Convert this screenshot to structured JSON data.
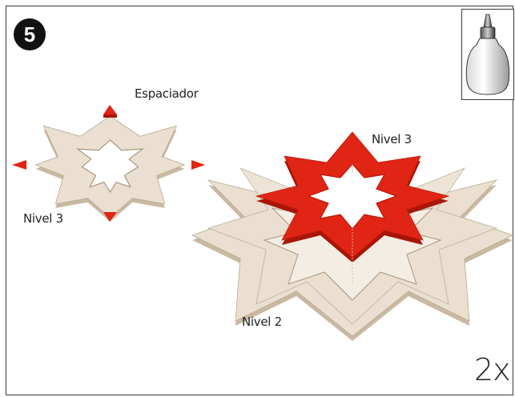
{
  "step": {
    "number": "5"
  },
  "labels": {
    "spacer": "Espaciador",
    "level3_small": "Nivel 3",
    "level3_large": "Nivel 3",
    "level2": "Nivel 2"
  },
  "quantity": "2x",
  "icons": {
    "glue": "glue-bottle-icon"
  },
  "colors": {
    "wood": "#eadfd0",
    "wood_edge": "#c9b9a3",
    "red": "#e02514",
    "red_dark": "#a81509"
  }
}
